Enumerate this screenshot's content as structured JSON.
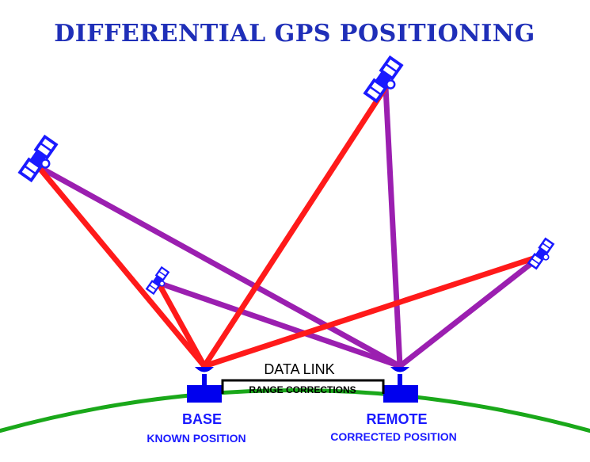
{
  "title": "DIFFERENTIAL GPS POSITIONING",
  "data_link": {
    "label": "DATA LINK",
    "sublabel": "RANGE CORRECTIONS"
  },
  "stations": {
    "base": {
      "name": "BASE",
      "caption": "KNOWN POSITION"
    },
    "remote": {
      "name": "REMOTE",
      "caption": "CORRECTED POSITION"
    }
  },
  "colors": {
    "title": "#1f2fb8",
    "base_ray": "#ff1a1a",
    "remote_ray": "#9b1fb0",
    "station": "#0000ee",
    "earth": "#1aa81a",
    "satellite": "#1a1aff"
  },
  "icons": {
    "satellite": "satellite-icon",
    "receiver": "receiver-antenna-icon"
  }
}
